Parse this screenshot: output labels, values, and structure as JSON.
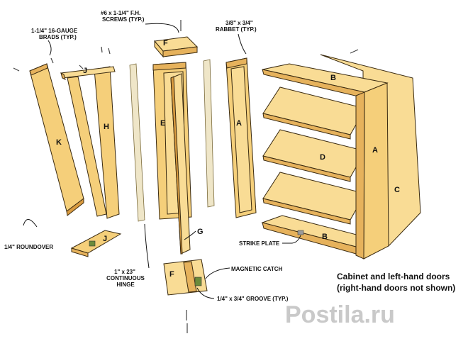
{
  "callouts": {
    "brads": "1-1/4\" 16-GAUGE",
    "brads_2": "BRADS (TYP.)",
    "screws": "#6 x 1-1/4\" F.H.",
    "screws_2": "SCREWS (TYP.)",
    "rabbet": "3/8\" x 3/4\"",
    "rabbet_2": "RABBET (TYP.)",
    "roundover": "1/4\" ROUNDOVER",
    "hinge": "1\" x 23\"",
    "hinge_2": "CONTINUOUS",
    "hinge_3": "HINGE",
    "strike_plate": "STRIKE PLATE",
    "magnetic_catch": "MAGNETIC CATCH",
    "groove": "1/4\" x 3/4\" GROOVE (TYP.)"
  },
  "parts": {
    "k": "K",
    "h": "H",
    "j_top": "J",
    "j_bottom": "J",
    "e": "E",
    "f_top": "F",
    "f_bottom": "F",
    "g": "G",
    "a_door": "A",
    "b_top": "B",
    "b_bottom": "B",
    "d": "D",
    "a_side": "A",
    "c": "C"
  },
  "caption": {
    "line1": "Cabinet and left-hand doors",
    "line2": "(right-hand doors not shown)"
  },
  "watermark": {
    "text": "Postila.ru"
  },
  "colors": {
    "wood": "#f5cf7a",
    "wood_light": "#f9dc95",
    "wood_dark": "#e6b25c",
    "outline": "#3a2a10"
  }
}
